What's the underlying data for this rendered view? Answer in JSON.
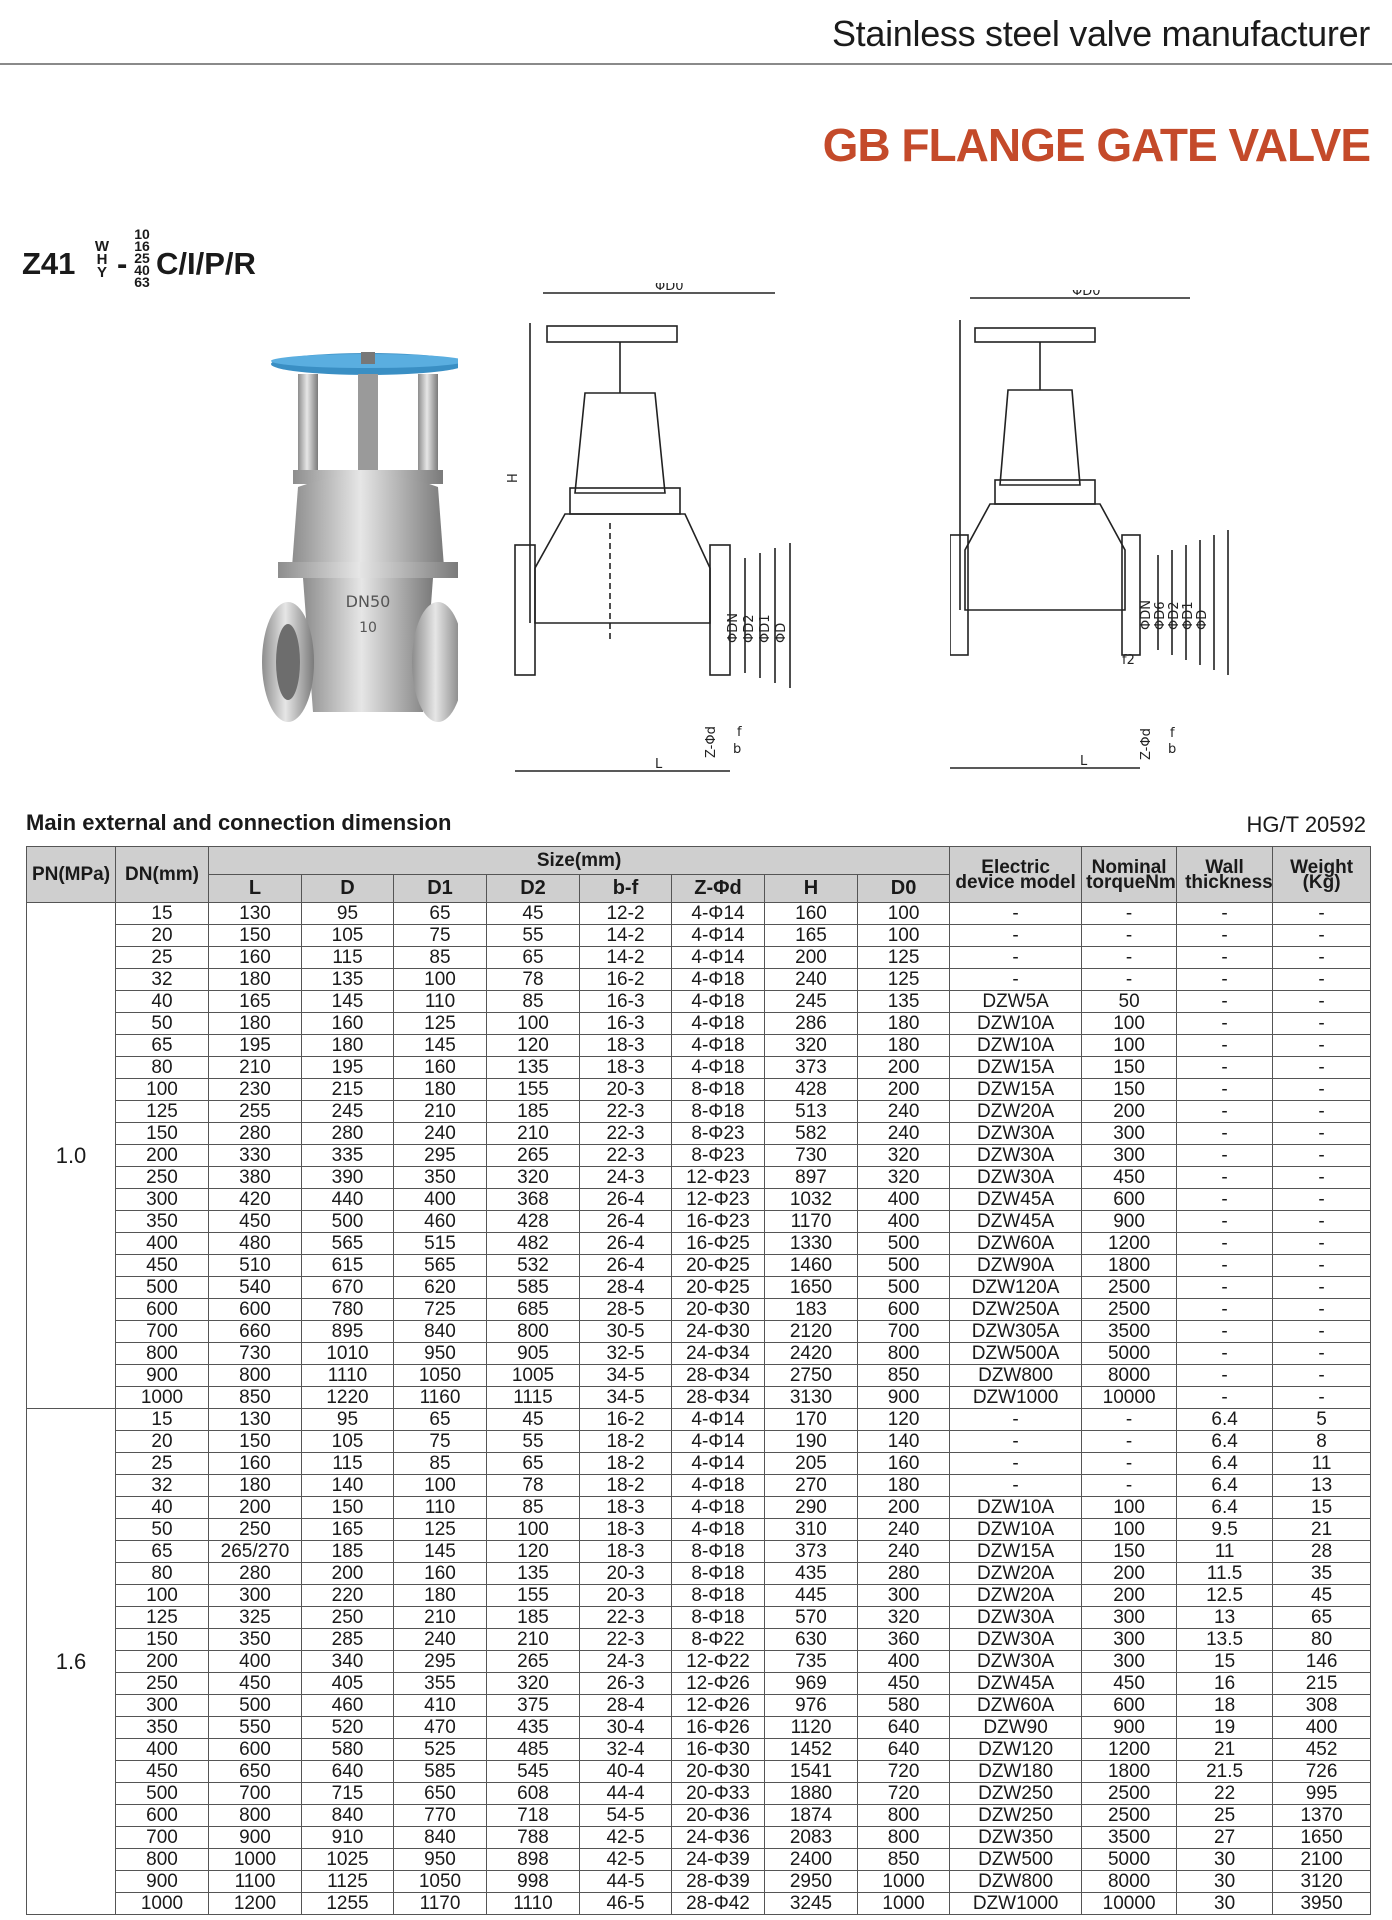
{
  "header": {
    "tagline": "Stainless steel valve manufacturer"
  },
  "title": "GB FLANGE GATE VALVE",
  "model_code": {
    "prefix": "Z41",
    "materials": [
      "W",
      "H",
      "Y"
    ],
    "dash": "-",
    "pressures": [
      "10",
      "16",
      "25",
      "40",
      "63"
    ],
    "suffix": "C/I/P/R"
  },
  "drawing_labels": {
    "d0": "ΦD0",
    "h": "H",
    "dn": "ΦDN",
    "d2": "ΦD2",
    "d1": "ΦD1",
    "d": "ΦD",
    "d6": "ΦD6",
    "f2": "f2",
    "zd": "Z-Φd",
    "f": "f",
    "b": "b",
    "l": "L"
  },
  "colors": {
    "title": "#c44a2a",
    "header_fill": "#cfcfcf",
    "handwheel": "#3a8fc4"
  },
  "table": {
    "title": "Main external and connection dimension",
    "standard": "HG/T 20592",
    "headers": {
      "pn": "PN(MPa)",
      "dn": "DN(mm)",
      "size": "Size(mm)",
      "size_cols": [
        "L",
        "D",
        "D1",
        "D2",
        "b-f",
        "Z-Φd",
        "H",
        "D0"
      ],
      "electric": "Electric device model",
      "torque": "Nominal torqueNm",
      "wall": "Wall thickness",
      "weight": "Weight (Kg)"
    },
    "groups": [
      {
        "pn": "1.0",
        "rows": [
          [
            "15",
            "130",
            "95",
            "65",
            "45",
            "12-2",
            "4-Φ14",
            "160",
            "100",
            "-",
            "-",
            "-",
            "-"
          ],
          [
            "20",
            "150",
            "105",
            "75",
            "55",
            "14-2",
            "4-Φ14",
            "165",
            "100",
            "-",
            "-",
            "-",
            "-"
          ],
          [
            "25",
            "160",
            "115",
            "85",
            "65",
            "14-2",
            "4-Φ14",
            "200",
            "125",
            "-",
            "-",
            "-",
            "-"
          ],
          [
            "32",
            "180",
            "135",
            "100",
            "78",
            "16-2",
            "4-Φ18",
            "240",
            "125",
            "-",
            "-",
            "-",
            "-"
          ],
          [
            "40",
            "165",
            "145",
            "110",
            "85",
            "16-3",
            "4-Φ18",
            "245",
            "135",
            "DZW5A",
            "50",
            "-",
            "-"
          ],
          [
            "50",
            "180",
            "160",
            "125",
            "100",
            "16-3",
            "4-Φ18",
            "286",
            "180",
            "DZW10A",
            "100",
            "-",
            "-"
          ],
          [
            "65",
            "195",
            "180",
            "145",
            "120",
            "18-3",
            "4-Φ18",
            "320",
            "180",
            "DZW10A",
            "100",
            "-",
            "-"
          ],
          [
            "80",
            "210",
            "195",
            "160",
            "135",
            "18-3",
            "4-Φ18",
            "373",
            "200",
            "DZW15A",
            "150",
            "-",
            "-"
          ],
          [
            "100",
            "230",
            "215",
            "180",
            "155",
            "20-3",
            "8-Φ18",
            "428",
            "200",
            "DZW15A",
            "150",
            "-",
            "-"
          ],
          [
            "125",
            "255",
            "245",
            "210",
            "185",
            "22-3",
            "8-Φ18",
            "513",
            "240",
            "DZW20A",
            "200",
            "-",
            "-"
          ],
          [
            "150",
            "280",
            "280",
            "240",
            "210",
            "22-3",
            "8-Φ23",
            "582",
            "240",
            "DZW30A",
            "300",
            "-",
            "-"
          ],
          [
            "200",
            "330",
            "335",
            "295",
            "265",
            "22-3",
            "8-Φ23",
            "730",
            "320",
            "DZW30A",
            "300",
            "-",
            "-"
          ],
          [
            "250",
            "380",
            "390",
            "350",
            "320",
            "24-3",
            "12-Φ23",
            "897",
            "320",
            "DZW30A",
            "450",
            "-",
            "-"
          ],
          [
            "300",
            "420",
            "440",
            "400",
            "368",
            "26-4",
            "12-Φ23",
            "1032",
            "400",
            "DZW45A",
            "600",
            "-",
            "-"
          ],
          [
            "350",
            "450",
            "500",
            "460",
            "428",
            "26-4",
            "16-Φ23",
            "1170",
            "400",
            "DZW45A",
            "900",
            "-",
            "-"
          ],
          [
            "400",
            "480",
            "565",
            "515",
            "482",
            "26-4",
            "16-Φ25",
            "1330",
            "500",
            "DZW60A",
            "1200",
            "-",
            "-"
          ],
          [
            "450",
            "510",
            "615",
            "565",
            "532",
            "26-4",
            "20-Φ25",
            "1460",
            "500",
            "DZW90A",
            "1800",
            "-",
            "-"
          ],
          [
            "500",
            "540",
            "670",
            "620",
            "585",
            "28-4",
            "20-Φ25",
            "1650",
            "500",
            "DZW120A",
            "2500",
            "-",
            "-"
          ],
          [
            "600",
            "600",
            "780",
            "725",
            "685",
            "28-5",
            "20-Φ30",
            "183",
            "600",
            "DZW250A",
            "2500",
            "-",
            "-"
          ],
          [
            "700",
            "660",
            "895",
            "840",
            "800",
            "30-5",
            "24-Φ30",
            "2120",
            "700",
            "DZW305A",
            "3500",
            "-",
            "-"
          ],
          [
            "800",
            "730",
            "1010",
            "950",
            "905",
            "32-5",
            "24-Φ34",
            "2420",
            "800",
            "DZW500A",
            "5000",
            "-",
            "-"
          ],
          [
            "900",
            "800",
            "1110",
            "1050",
            "1005",
            "34-5",
            "28-Φ34",
            "2750",
            "850",
            "DZW800",
            "8000",
            "-",
            "-"
          ],
          [
            "1000",
            "850",
            "1220",
            "1160",
            "1115",
            "34-5",
            "28-Φ34",
            "3130",
            "900",
            "DZW1000",
            "10000",
            "-",
            "-"
          ]
        ]
      },
      {
        "pn": "1.6",
        "rows": [
          [
            "15",
            "130",
            "95",
            "65",
            "45",
            "16-2",
            "4-Φ14",
            "170",
            "120",
            "-",
            "-",
            "6.4",
            "5"
          ],
          [
            "20",
            "150",
            "105",
            "75",
            "55",
            "18-2",
            "4-Φ14",
            "190",
            "140",
            "-",
            "-",
            "6.4",
            "8"
          ],
          [
            "25",
            "160",
            "115",
            "85",
            "65",
            "18-2",
            "4-Φ14",
            "205",
            "160",
            "-",
            "-",
            "6.4",
            "11"
          ],
          [
            "32",
            "180",
            "140",
            "100",
            "78",
            "18-2",
            "4-Φ18",
            "270",
            "180",
            "-",
            "-",
            "6.4",
            "13"
          ],
          [
            "40",
            "200",
            "150",
            "110",
            "85",
            "18-3",
            "4-Φ18",
            "290",
            "200",
            "DZW10A",
            "100",
            "6.4",
            "15"
          ],
          [
            "50",
            "250",
            "165",
            "125",
            "100",
            "18-3",
            "4-Φ18",
            "310",
            "240",
            "DZW10A",
            "100",
            "9.5",
            "21"
          ],
          [
            "65",
            "265/270",
            "185",
            "145",
            "120",
            "18-3",
            "8-Φ18",
            "373",
            "240",
            "DZW15A",
            "150",
            "11",
            "28"
          ],
          [
            "80",
            "280",
            "200",
            "160",
            "135",
            "20-3",
            "8-Φ18",
            "435",
            "280",
            "DZW20A",
            "200",
            "11.5",
            "35"
          ],
          [
            "100",
            "300",
            "220",
            "180",
            "155",
            "20-3",
            "8-Φ18",
            "445",
            "300",
            "DZW20A",
            "200",
            "12.5",
            "45"
          ],
          [
            "125",
            "325",
            "250",
            "210",
            "185",
            "22-3",
            "8-Φ18",
            "570",
            "320",
            "DZW30A",
            "300",
            "13",
            "65"
          ],
          [
            "150",
            "350",
            "285",
            "240",
            "210",
            "22-3",
            "8-Φ22",
            "630",
            "360",
            "DZW30A",
            "300",
            "13.5",
            "80"
          ],
          [
            "200",
            "400",
            "340",
            "295",
            "265",
            "24-3",
            "12-Φ22",
            "735",
            "400",
            "DZW30A",
            "300",
            "15",
            "146"
          ],
          [
            "250",
            "450",
            "405",
            "355",
            "320",
            "26-3",
            "12-Φ26",
            "969",
            "450",
            "DZW45A",
            "450",
            "16",
            "215"
          ],
          [
            "300",
            "500",
            "460",
            "410",
            "375",
            "28-4",
            "12-Φ26",
            "976",
            "580",
            "DZW60A",
            "600",
            "18",
            "308"
          ],
          [
            "350",
            "550",
            "520",
            "470",
            "435",
            "30-4",
            "16-Φ26",
            "1120",
            "640",
            "DZW90",
            "900",
            "19",
            "400"
          ],
          [
            "400",
            "600",
            "580",
            "525",
            "485",
            "32-4",
            "16-Φ30",
            "1452",
            "640",
            "DZW120",
            "1200",
            "21",
            "452"
          ],
          [
            "450",
            "650",
            "640",
            "585",
            "545",
            "40-4",
            "20-Φ30",
            "1541",
            "720",
            "DZW180",
            "1800",
            "21.5",
            "726"
          ],
          [
            "500",
            "700",
            "715",
            "650",
            "608",
            "44-4",
            "20-Φ33",
            "1880",
            "720",
            "DZW250",
            "2500",
            "22",
            "995"
          ],
          [
            "600",
            "800",
            "840",
            "770",
            "718",
            "54-5",
            "20-Φ36",
            "1874",
            "800",
            "DZW250",
            "2500",
            "25",
            "1370"
          ],
          [
            "700",
            "900",
            "910",
            "840",
            "788",
            "42-5",
            "24-Φ36",
            "2083",
            "800",
            "DZW350",
            "3500",
            "27",
            "1650"
          ],
          [
            "800",
            "1000",
            "1025",
            "950",
            "898",
            "42-5",
            "24-Φ39",
            "2400",
            "850",
            "DZW500",
            "5000",
            "30",
            "2100"
          ],
          [
            "900",
            "1100",
            "1125",
            "1050",
            "998",
            "44-5",
            "28-Φ39",
            "2950",
            "1000",
            "DZW800",
            "8000",
            "30",
            "3120"
          ],
          [
            "1000",
            "1200",
            "1255",
            "1170",
            "1110",
            "46-5",
            "28-Φ42",
            "3245",
            "1000",
            "DZW1000",
            "10000",
            "30",
            "3950"
          ]
        ]
      }
    ]
  }
}
